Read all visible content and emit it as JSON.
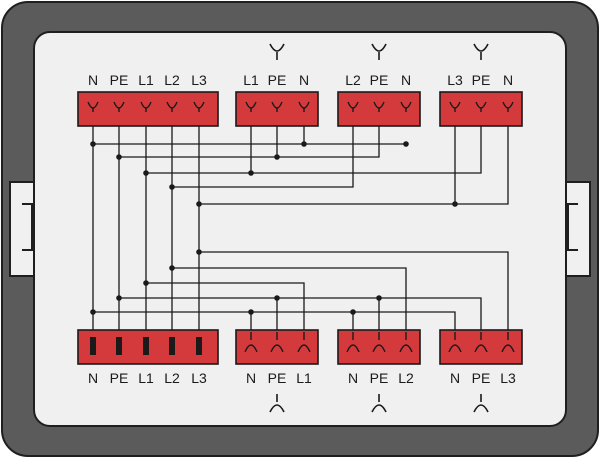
{
  "colors": {
    "housing": "#5b5b5b",
    "housing_edge": "#1f1f1f",
    "panel": "#f0f0f0",
    "block": "#d43a3c",
    "block_edge": "#1a1a1a",
    "wire": "#1a1a1a"
  },
  "icons": {
    "outlet_symbol": "socket-icon",
    "inlet_symbol": "plug-icon",
    "mount_ear": "screw-mount-icon"
  },
  "top_blocks": [
    {
      "id": "main-socket",
      "labels": [
        "N",
        "PE",
        "L1",
        "L2",
        "L3"
      ],
      "symbol": false
    },
    {
      "id": "outlet-1",
      "labels": [
        "L1",
        "PE",
        "N"
      ],
      "symbol": true
    },
    {
      "id": "outlet-2",
      "labels": [
        "L2",
        "PE",
        "N"
      ],
      "symbol": true
    },
    {
      "id": "outlet-3",
      "labels": [
        "L3",
        "PE",
        "N"
      ],
      "symbol": true
    }
  ],
  "bottom_blocks": [
    {
      "id": "main-plug",
      "labels": [
        "N",
        "PE",
        "L1",
        "L2",
        "L3"
      ],
      "symbol": false
    },
    {
      "id": "inlet-1",
      "labels": [
        "N",
        "PE",
        "L1"
      ],
      "symbol": true
    },
    {
      "id": "inlet-2",
      "labels": [
        "N",
        "PE",
        "L2"
      ],
      "symbol": true
    },
    {
      "id": "inlet-3",
      "labels": [
        "N",
        "PE",
        "L3"
      ],
      "symbol": true
    }
  ]
}
